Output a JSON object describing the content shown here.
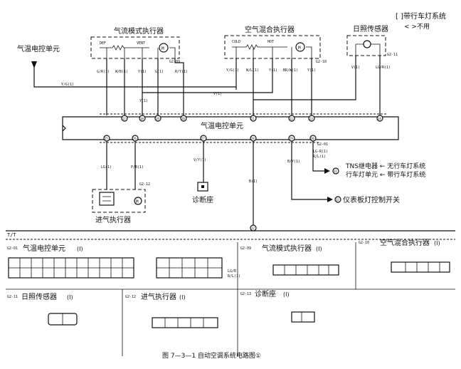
{
  "legend": {
    "line1": "[ ]带行车灯系统",
    "line2": "< >不用"
  },
  "components": {
    "airflow_mode_actuator": "气流模式执行器",
    "air_mix_actuator": "空气混合执行器",
    "sunlight_sensor": "日照传感器",
    "climate_unit_external": "气温电控单元",
    "climate_unit_main": "气温电控单元",
    "intake_actuator": "进气执行器",
    "diagnostic_socket": "诊断座"
  },
  "airflow_labels": {
    "def": "DEF",
    "vent": "VENT",
    "m": "M"
  },
  "mix_labels": {
    "cold": "COLD",
    "hot": "HOT",
    "m": "M"
  },
  "connectors": {
    "g2_09": "G2-09",
    "g2_10": "G2-10",
    "g2_11": "G2-11",
    "g2_01": "G2-01",
    "g2_12": "G2-12",
    "g2_13": "G2-13"
  },
  "wires": {
    "w1": "G/R(1)",
    "w2": "W/B(1)",
    "w3": "Y(1)",
    "w4": "G(1)",
    "w5": "R/Y(1)",
    "w6": "Y/G(1)",
    "w7": "W/L(1)",
    "w8": "Y(1)",
    "w9": "BR/W(1)",
    "w10": "Y(1)",
    "w11": "V(1)",
    "w12": "LG/R(1)",
    "w13": "Y/G(1)",
    "w14": "Y(1)",
    "w15": "V(1)",
    "w16": "LG(1)",
    "w17": "P/B(1)",
    "w18": "V/Y(1)",
    "w19": "B(1)",
    "w20": "B/Y(1)",
    "w21": "LG-R(1)",
    "w22": "R/L(1)"
  },
  "pins": {
    "p17": "17",
    "p18": "18",
    "p19": "19",
    "p20": "20",
    "p21": "21",
    "p22": "22",
    "p23": "23",
    "p24": "24",
    "p25": "25",
    "p26": "26",
    "p27": "27",
    "p28": "28",
    "p29": "29",
    "p30": "30",
    "p31": "31",
    "p32": "32",
    "p33": "33"
  },
  "outputs": {
    "tns_line1": "TNS继电器 ← 无行车灯系统",
    "tns_line2": "行车灯单元 ← 带行车灯系统",
    "tns_num": "31",
    "panel": "仪表板灯控制开关",
    "panel_num": "32"
  },
  "ground_num": "12",
  "ground_sym": "T/T",
  "bottom": {
    "g2_01_title": "气温电控单元",
    "g2_09_title": "气流模式执行器",
    "g2_10_title": "空气混合执行器",
    "g2_11_title": "日照传感器",
    "g2_12_title": "进气执行器",
    "g2_13_title": "诊断座",
    "suffix": "(I)",
    "g2_01_side": "LG/R\nR/L(1)",
    "g2_01_side_a": "LG/R",
    "g2_01_side_b": "R/L(1)"
  },
  "caption": "图 7—3—1    自动空调系统电路图①"
}
